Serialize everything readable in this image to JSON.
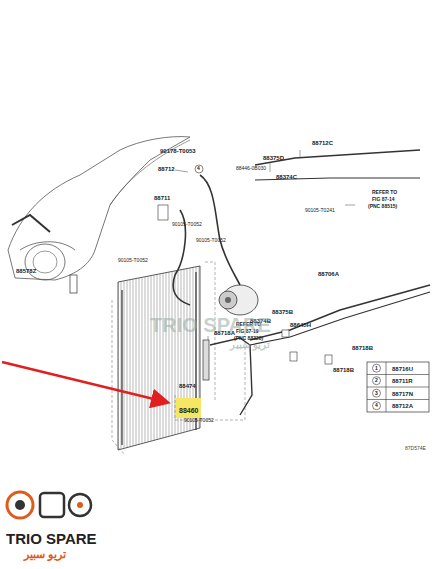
{
  "diagram": {
    "nodes": [
      {
        "text": [
          "88460"
        ]
      }
    ],
    "labels": [
      "90178-T0053",
      "88712",
      "4",
      "88446-0B030",
      "88375D",
      "88374C",
      "88712C",
      "REFER TO",
      "FIG 87-14",
      "(PNC 88515)",
      "90105-T0241",
      "88711",
      "90105-T0052",
      "90105-T0052",
      "90105-T0052",
      "88578Z",
      "88706A",
      "REFER TO",
      "FIG 87-19",
      "(PNC 88320)",
      "88375B",
      "88374B",
      "88645H",
      "88718A",
      "88718B",
      "88718B",
      "88474",
      "90105-T0052",
      "1",
      "88716U",
      "2",
      "88711R",
      "3",
      "88717N",
      "4",
      "88712A",
      "87D574E",
      "TRIO SPARE",
      "تريو سبير",
      "TRIO SPARE",
      "تريو سبير"
    ]
  }
}
